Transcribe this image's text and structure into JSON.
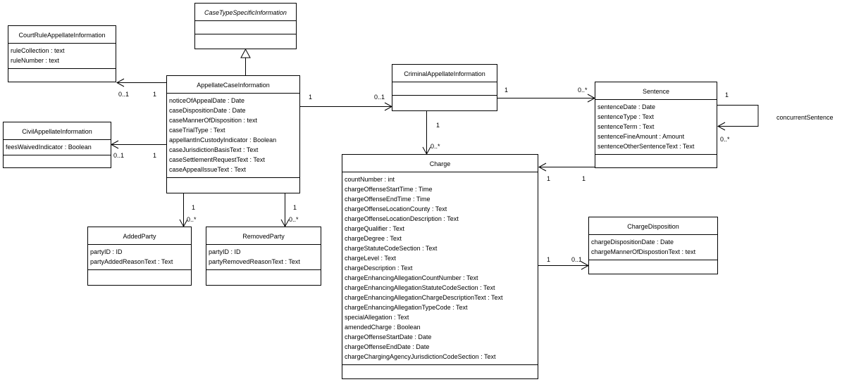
{
  "classes": {
    "caseTypeSpecific": {
      "name": "CaseTypeSpecificInformation",
      "attributes": []
    },
    "courtRule": {
      "name": "CourtRuleAppellateInformation",
      "attributes": [
        "ruleCollection : text",
        "ruleNumber : text"
      ]
    },
    "appellateCase": {
      "name": "AppellateCaseInformation",
      "attributes": [
        "noticeOfAppealDate : Date",
        "caseDispositionDate : Date",
        "caseMannerOfDisposition : text",
        "caseTrialType : Text",
        "appellantInCustodyIndicator : Boolean",
        "caseJurisdictionBasisText : Text",
        "caseSettlementRequestText : Text",
        "caseAppealIssueText : Text"
      ]
    },
    "civilAppellate": {
      "name": "CivilAppellateInformation",
      "attributes": [
        "feesWaivedIndicator : Boolean"
      ]
    },
    "criminalAppellate": {
      "name": "CriminalAppellateInformation",
      "attributes": []
    },
    "sentence": {
      "name": "Sentence",
      "attributes": [
        "sentenceDate : Date",
        "sentenceType : Text",
        "sentenceTerm : Text",
        "sentenceFineAmount : Amount",
        "sentenceOtherSentenceText : Text"
      ]
    },
    "charge": {
      "name": "Charge",
      "attributes": [
        "countNumber : int",
        "chargeOffenseStartTime : Time",
        "chargeOffenseEndTime : Time",
        "chargeOffenseLocationCounty : Text",
        "chargeOffenseLocationDescription : Text",
        "chargeQualifier : Text",
        "chargeDegree : Text",
        "chargeStatuteCodeSection : Text",
        "chargeLevel : Text",
        "chargeDescription : Text",
        "chargeEnhancingAllegationCountNumber : Text",
        "chargeEnhancingAllegationStatuteCodeSection : Text",
        "chargeEnhancingAllegationChargeDescriptionText : Text",
        "chargeEnhancingAllegationTypeCode : Text",
        "specialAllegation : Text",
        "amendedCharge : Boolean",
        "chargeOffenseStartDate : Date",
        "chargeOffenseEndDate : Date",
        "chargeChargingAgencyJurisdictionCodeSection  : Text"
      ]
    },
    "addedParty": {
      "name": "AddedParty",
      "attributes": [
        "partyID : ID",
        "partyAddedReasonText : Text"
      ]
    },
    "removedParty": {
      "name": "RemovedParty",
      "attributes": [
        "partyID : ID",
        "partyRemovedReasonText : Text"
      ]
    },
    "chargeDisposition": {
      "name": "ChargeDisposition",
      "attributes": [
        "chargeDispositionDate : Date",
        "chargeMannerOfDispostionText : text"
      ]
    }
  },
  "labels": {
    "courtRuleNear": "0..1",
    "courtRuleFar": "1",
    "civilNear": "0..1",
    "civilFar": "1",
    "criminalFar": "1",
    "criminalNear": "0..1",
    "sentenceFar": "1",
    "sentenceNear": "0..*",
    "chargeFar": "1",
    "chargeNear": "0..*",
    "selfOne": "1",
    "selfMany": "0..*",
    "selfRole": "concurrentSentence",
    "sentChargeA": "1",
    "sentChargeB": "1",
    "addedFar": "1",
    "addedNear": "0..*",
    "removedFar": "1",
    "removedNear": "0..*",
    "dispFar": "1",
    "dispNear": "0..1"
  }
}
